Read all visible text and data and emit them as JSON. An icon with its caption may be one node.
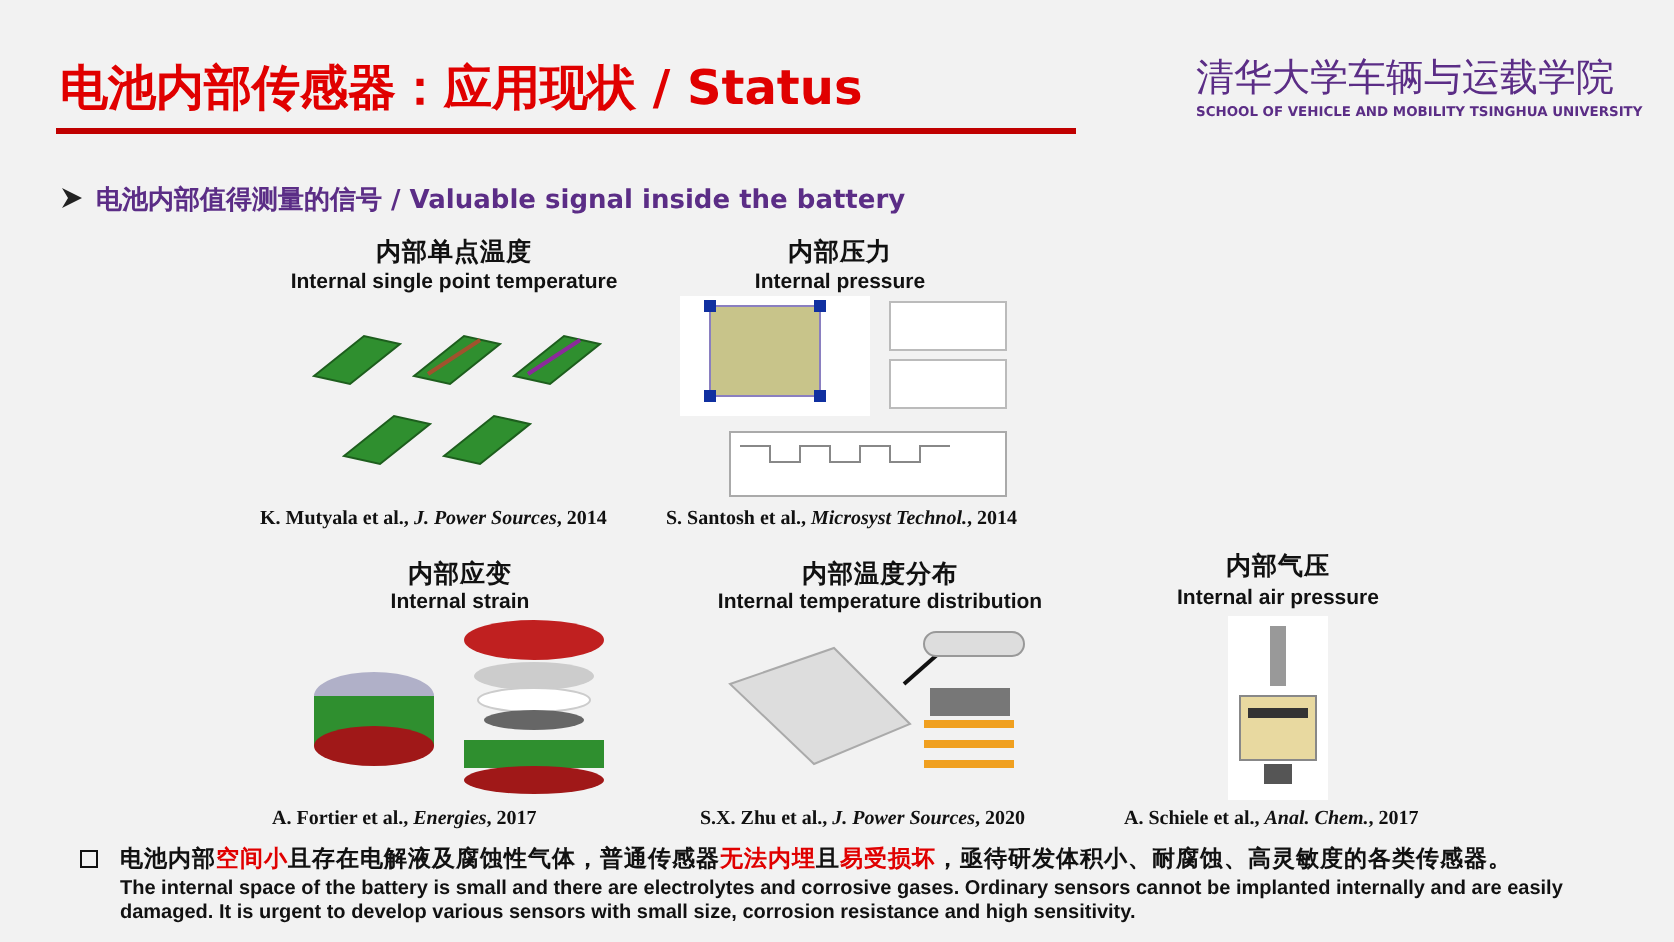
{
  "diagram": {
    "title": "电池内部传感器：应用现状 / Status",
    "labels": [
      "清华大学车辆与运载学院",
      "SCHOOL OF VEHICLE AND MOBILITY TSINGHUA UNIVERSITY",
      "电池内部值得测量的信号 / Valuable signal inside the battery",
      "内部单点温度",
      "Internal single point temperature",
      "内部压力",
      "Internal pressure",
      "K. Mutyala et al., *J. Power Sources*, 2014",
      "S. Santosh et al., *Microsyst Technol.*, 2014",
      "内部应变",
      "内部温度分布",
      "内部气压",
      "Internal strain",
      "Internal temperature distribution",
      "Internal air pressure",
      "A. Fortier et al., *Energies*, 2017",
      "S.X. Zhu et al., *J. Power Sources*, 2020",
      "A. Schiele et al., *Anal. Chem.*, 2017",
      "电池内部**空间小**且存在电解液及腐蚀性气体，普通传感器**无法内埋**且**易受损坏**，亟待研发体积小、耐腐蚀、高灵敏度的各类传感器。",
      "The internal space of the battery is small and there are electrolytes and corrosive gases. Ordinary sensors cannot be implanted internally and are easily damaged. It is urgent to develop various sensors with small size, corrosion resistance and high sensitivity."
    ]
  }
}
